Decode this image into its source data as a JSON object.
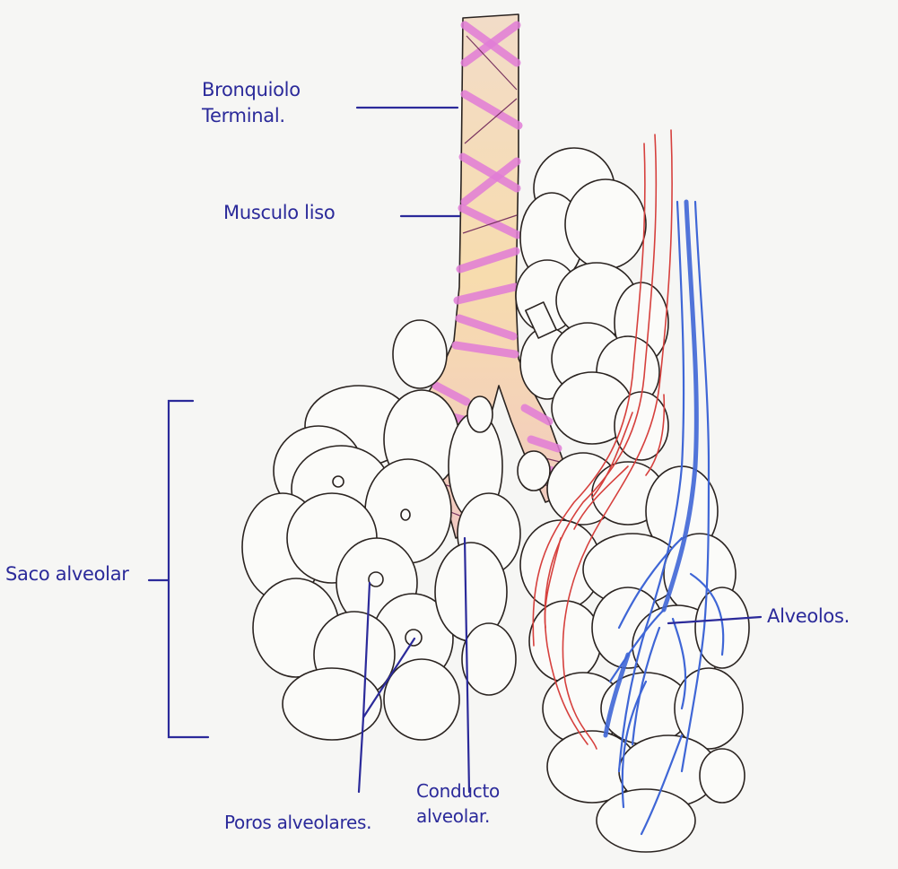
{
  "labels": {
    "bronquiolo": "Bronquiolo\nTerminal.",
    "musculo": "Musculo liso",
    "saco": "Saco alveolar",
    "alveolos": "Alveolos.",
    "poros": "Poros alveolares.",
    "conducto": "Conducto\nalveolar."
  },
  "colors": {
    "ink": "#2b2a9a",
    "outline": "#2a2320",
    "muscle": "#e07bd6",
    "bronchiole_fill": "#f7dcae",
    "artery": "#d6403d",
    "vein": "#3f66d6"
  }
}
